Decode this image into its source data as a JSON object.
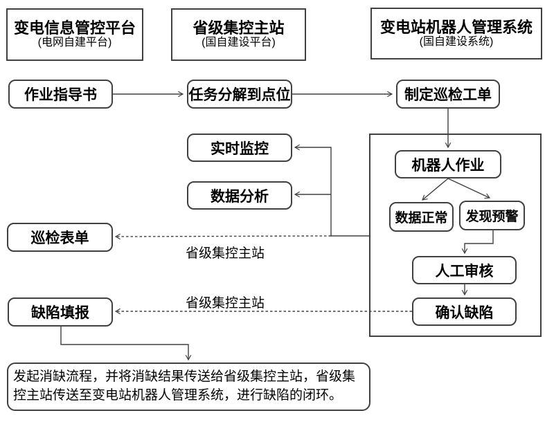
{
  "diagram": {
    "headers": [
      {
        "title": "变电信息管控平台",
        "subtitle": "(电网自建平台)"
      },
      {
        "title": "省级集控主站",
        "subtitle": "(国自建设平台)"
      },
      {
        "title": "变电站机器人管理系统",
        "subtitle": "(国自建设系统)"
      }
    ],
    "nodes": {
      "work_guide": "作业指导书",
      "task_decompose": "任务分解到点位",
      "create_order": "制定巡检工单",
      "realtime_monitor": "实时监控",
      "data_analysis": "数据分析",
      "inspection_form": "巡检表单",
      "defect_report": "缺陷填报",
      "robot_work": "机器人作业",
      "data_normal": "数据正常",
      "alarm_found": "发现预警",
      "manual_review": "人工审核",
      "confirm_defect": "确认缺陷"
    },
    "edge_labels": {
      "to_inspection_form": "省级集控主站",
      "to_defect_report": "省级集控主站"
    },
    "bottom_note": "发起消缺流程，并将消缺结果传送给省级集控主站，省级集控主站传送至变电站机器人管理系统，进行缺陷的闭环。",
    "colors": {
      "line": "#404040",
      "border": "#404040",
      "text": "#000000",
      "background": "#ffffff"
    }
  }
}
